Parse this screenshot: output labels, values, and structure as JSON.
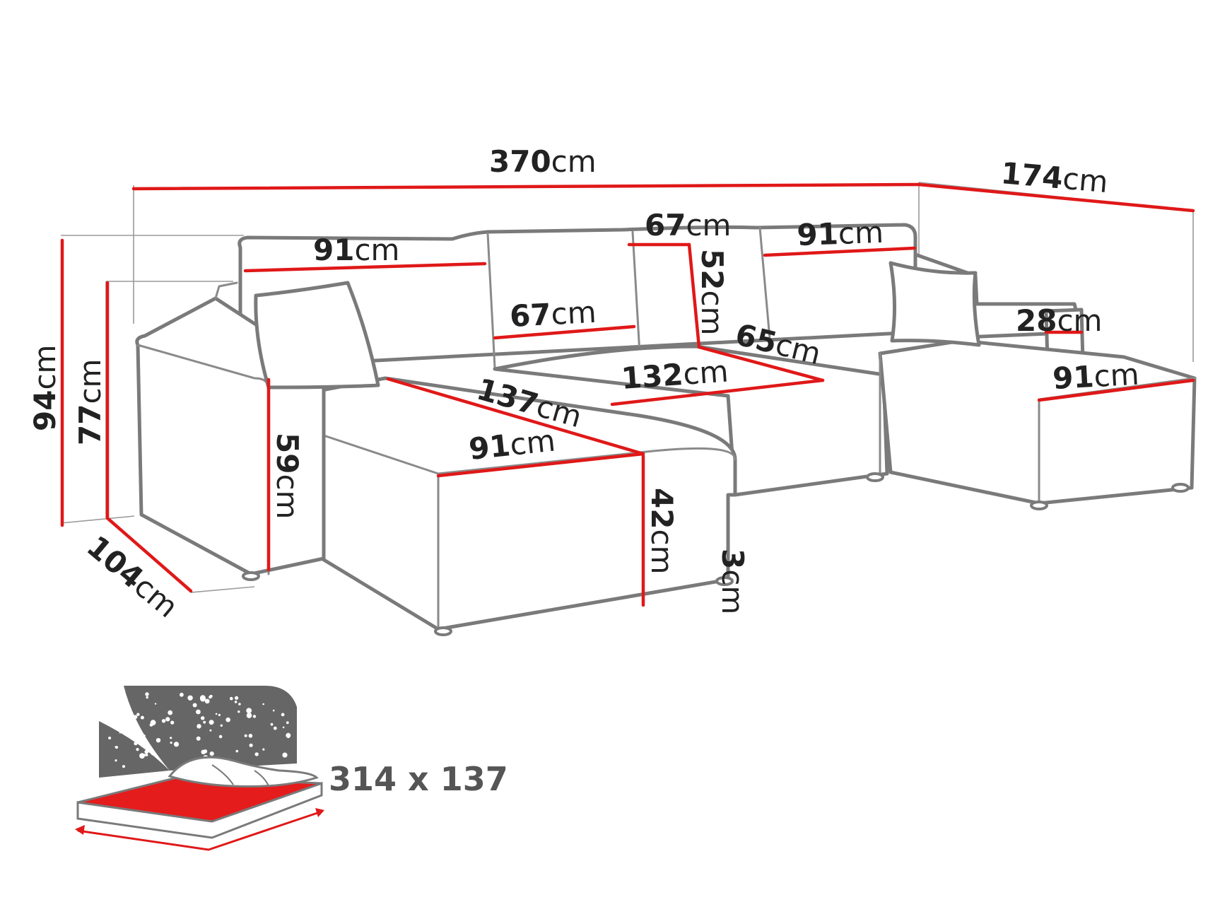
{
  "dimensions": [
    {
      "id": "total-width",
      "value": "370",
      "unit": "cm"
    },
    {
      "id": "corner-depth",
      "value": "174",
      "unit": "cm"
    },
    {
      "id": "back-left-width",
      "value": "91",
      "unit": "cm"
    },
    {
      "id": "back-middle-width",
      "value": "67",
      "unit": "cm"
    },
    {
      "id": "back-right-width",
      "value": "91",
      "unit": "cm"
    },
    {
      "id": "seat-backrest-width",
      "value": "67",
      "unit": "cm"
    },
    {
      "id": "backrest-height",
      "value": "52",
      "unit": "cm"
    },
    {
      "id": "total-height",
      "value": "94",
      "unit": "cm"
    },
    {
      "id": "armrest-back-height",
      "value": "77",
      "unit": "cm"
    },
    {
      "id": "armrest-height",
      "value": "59",
      "unit": "cm"
    },
    {
      "id": "chaise-length",
      "value": "137",
      "unit": "cm"
    },
    {
      "id": "chaise-width",
      "value": "91",
      "unit": "cm"
    },
    {
      "id": "seat-width",
      "value": "132",
      "unit": "cm"
    },
    {
      "id": "seat-depth",
      "value": "65",
      "unit": "cm"
    },
    {
      "id": "right-armrest-width",
      "value": "28",
      "unit": "cm"
    },
    {
      "id": "right-chaise-width",
      "value": "91",
      "unit": "cm"
    },
    {
      "id": "seat-height",
      "value": "42",
      "unit": "cm"
    },
    {
      "id": "leg-height",
      "value": "3",
      "unit": "cm"
    },
    {
      "id": "side-depth",
      "value": "104",
      "unit": "cm"
    }
  ],
  "sleeping_area": {
    "label": "314 x 137"
  },
  "colors": {
    "dimension_line": "#e01818",
    "outline": "#7a7a7a",
    "bed_surface": "#e41c1c",
    "night_sky": "#666666"
  }
}
